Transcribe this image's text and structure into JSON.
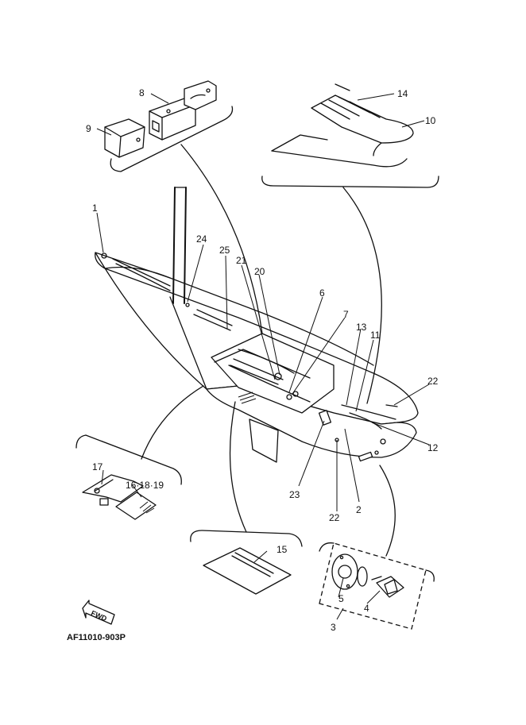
{
  "callouts": {
    "c1": "1",
    "c2": "2",
    "c3": "3",
    "c4": "4",
    "c5": "5",
    "c6": "6",
    "c7": "7",
    "c8": "8",
    "c9": "9",
    "c10": "10",
    "c11": "11",
    "c12": "12",
    "c13": "13",
    "c14": "14",
    "c15": "15",
    "c16_18_19": "16·18·19",
    "c17": "17",
    "c20": "20",
    "c21": "21",
    "c22a": "22",
    "c22b": "22",
    "c23": "23",
    "c24": "24",
    "c25": "25"
  },
  "fwd_label": "FWD",
  "figure_code": "AF11010-903P"
}
